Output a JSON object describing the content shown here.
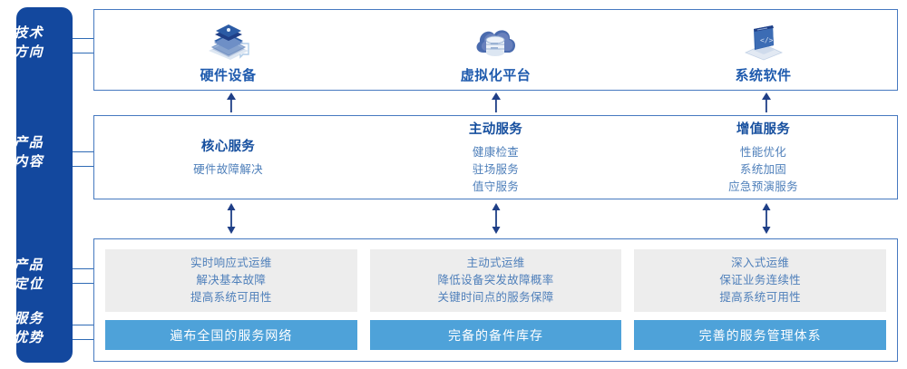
{
  "colors": {
    "rail_blue": "#13489E",
    "border_blue": "#4679C0",
    "title_blue": "#1F5BAE",
    "body_blue": "#4E7FBA",
    "card_gray": "#EDEDED",
    "bar_blue": "#4EA2D9",
    "arrow_navy": "#1F3F87"
  },
  "rail": {
    "labels": [
      {
        "name": "technology-direction",
        "lines": [
          "技术",
          "方向"
        ]
      },
      {
        "name": "product-content",
        "lines": [
          "产品",
          "内容"
        ]
      },
      {
        "name": "product-positioning",
        "lines": [
          "产品",
          "定位"
        ]
      },
      {
        "name": "service-advantage",
        "lines": [
          "服务",
          "优势"
        ]
      }
    ]
  },
  "technology": {
    "items": [
      {
        "icon": "server-stack-icon",
        "title": "硬件设备"
      },
      {
        "icon": "cloud-database-icon",
        "title": "虚拟化平台"
      },
      {
        "icon": "laptop-code-icon",
        "title": "系统软件"
      }
    ]
  },
  "product_content": {
    "columns": [
      {
        "title": "核心服务",
        "items": [
          "硬件故障解决"
        ]
      },
      {
        "title": "主动服务",
        "items": [
          "健康检查",
          "驻场服务",
          "值守服务"
        ]
      },
      {
        "title": "增值服务",
        "items": [
          "性能优化",
          "系统加固",
          "应急预演服务"
        ]
      }
    ]
  },
  "product_positioning": {
    "cards": [
      {
        "lines": [
          "实时响应式运维",
          "解决基本故障",
          "提高系统可用性"
        ]
      },
      {
        "lines": [
          "主动式运维",
          "降低设备突发故障概率",
          "关键时间点的服务保障"
        ]
      },
      {
        "lines": [
          "深入式运维",
          "保证业务连续性",
          "提高系统可用性"
        ]
      }
    ]
  },
  "service_advantage": {
    "bars": [
      "遍布全国的服务网络",
      "完备的备件库存",
      "完善的服务管理体系"
    ]
  },
  "arrows": {
    "tech_to_content": "up-arrow",
    "content_to_position": "up-down-arrow"
  }
}
